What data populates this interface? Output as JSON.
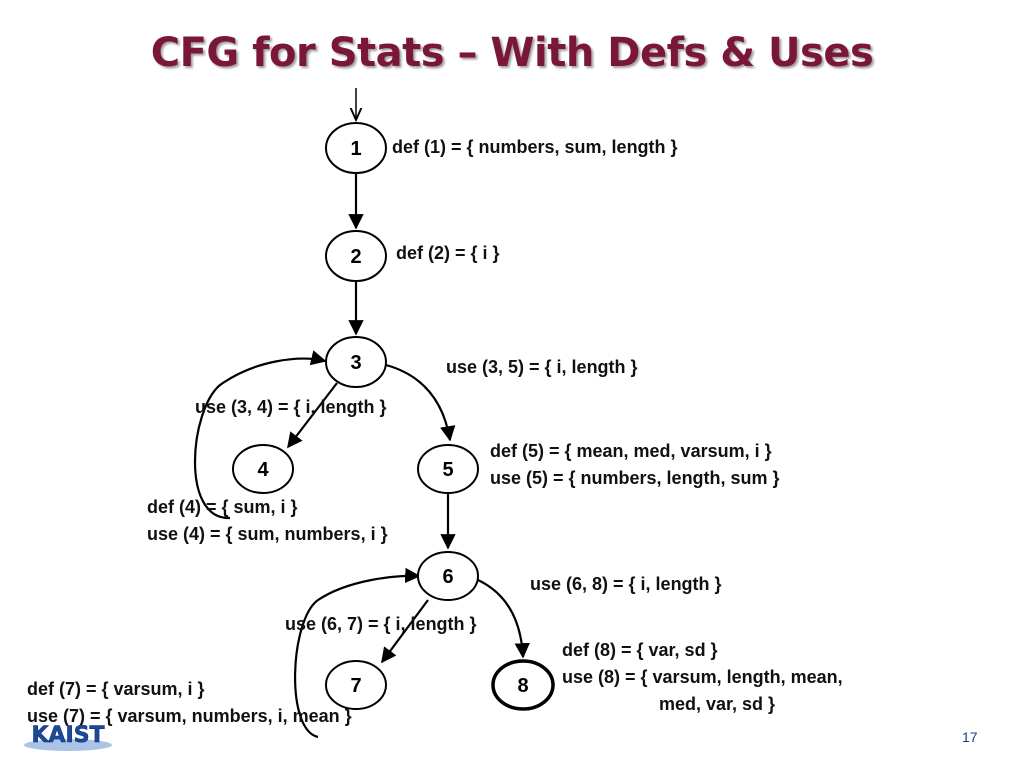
{
  "slide": {
    "title": "CFG for Stats – With Defs & Uses",
    "page_number": "17"
  },
  "nodes": [
    {
      "id": "1",
      "label": "1",
      "emphasis": false
    },
    {
      "id": "2",
      "label": "2",
      "emphasis": false
    },
    {
      "id": "3",
      "label": "3",
      "emphasis": false
    },
    {
      "id": "4",
      "label": "4",
      "emphasis": false
    },
    {
      "id": "5",
      "label": "5",
      "emphasis": false
    },
    {
      "id": "6",
      "label": "6",
      "emphasis": false
    },
    {
      "id": "7",
      "label": "7",
      "emphasis": false
    },
    {
      "id": "8",
      "label": "8",
      "emphasis": true
    }
  ],
  "edges": [
    {
      "from": "entry",
      "to": "1"
    },
    {
      "from": "1",
      "to": "2"
    },
    {
      "from": "2",
      "to": "3"
    },
    {
      "from": "3",
      "to": "4"
    },
    {
      "from": "3",
      "to": "5"
    },
    {
      "from": "4",
      "to": "3"
    },
    {
      "from": "5",
      "to": "6"
    },
    {
      "from": "6",
      "to": "7"
    },
    {
      "from": "6",
      "to": "8"
    },
    {
      "from": "7",
      "to": "6"
    }
  ],
  "annotations": {
    "def1": "def (1) = { numbers, sum, length }",
    "def2": "def (2) = { i }",
    "use35": "use (3, 5) = { i, length }",
    "use34": "use (3, 4) = { i, length }",
    "def5": "def (5) = { mean, med, varsum, i }",
    "use5": "use (5) = { numbers, length, sum }",
    "def4": "def (4) = { sum, i }",
    "use4": "use (4) = { sum, numbers, i }",
    "use68": "use (6, 8) = { i, length }",
    "use67": "use (6, 7) = { i, length }",
    "def8": "def (8) = { var, sd }",
    "use8_line1": "use (8) = { varsum, length, mean,",
    "use8_line2": "med, var, sd }",
    "def7": "def (7) = { varsum, i }",
    "use7": "use (7) = { varsum, numbers, i, mean }"
  },
  "logo": {
    "text": "KAIST"
  },
  "colors": {
    "title": "#7a1736",
    "page_number": "#1a3f8f",
    "logo_blue": "#1b4a9c",
    "stroke": "#000000"
  }
}
